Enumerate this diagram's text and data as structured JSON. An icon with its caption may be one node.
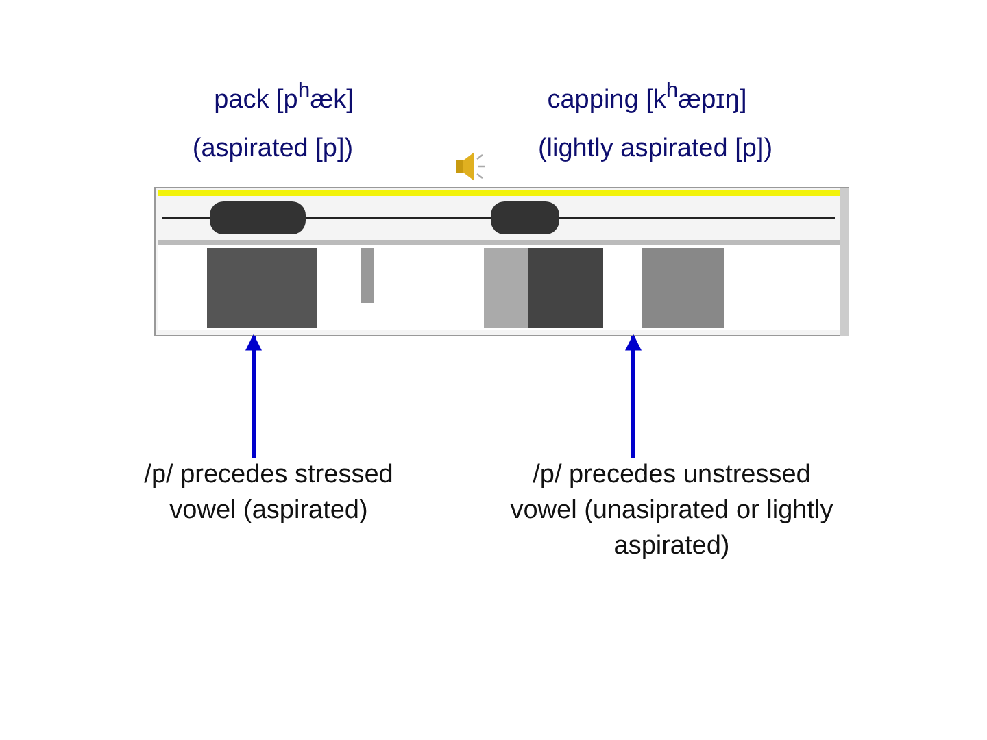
{
  "diagram": {
    "nodes": [
      {
        "text": [
          "/p/ precedes stressed vowel (aspirated)"
        ]
      },
      {
        "text": [
          "/p/ precedes unstressed vowel (unasiprated or lightly aspirated)"
        ]
      },
      {
        "text": [],
        "shape": "picture"
      }
    ],
    "edges": [
      {
        "from": 0,
        "to": 2,
        "arrow": "to"
      },
      {
        "from": 1,
        "to": 2,
        "arrow": "to"
      }
    ],
    "labels": [
      "pack [p$^{h}$æk]",
      "capping [k$^{h}$æpɪŋ]",
      "(aspirated [p])",
      "(lightly aspirated [p])"
    ]
  }
}
